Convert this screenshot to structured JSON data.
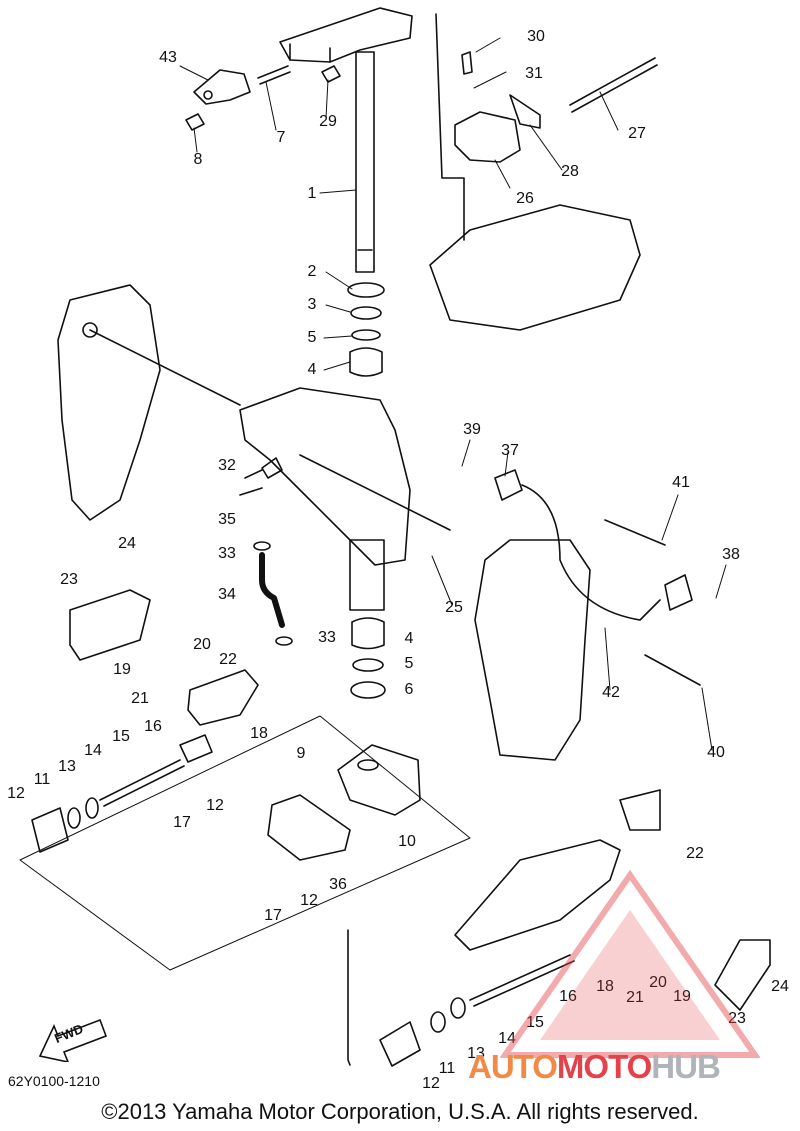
{
  "diagram": {
    "part_labels": [
      {
        "id": "p1",
        "text": "1"
      },
      {
        "id": "p2",
        "text": "2"
      },
      {
        "id": "p3",
        "text": "3"
      },
      {
        "id": "p4a",
        "text": "4"
      },
      {
        "id": "p5a",
        "text": "5"
      },
      {
        "id": "p4b",
        "text": "4"
      },
      {
        "id": "p5b",
        "text": "5"
      },
      {
        "id": "p6",
        "text": "6"
      },
      {
        "id": "p7",
        "text": "7"
      },
      {
        "id": "p8",
        "text": "8"
      },
      {
        "id": "p9",
        "text": "9"
      },
      {
        "id": "p10",
        "text": "10"
      },
      {
        "id": "p11a",
        "text": "11"
      },
      {
        "id": "p11b",
        "text": "11"
      },
      {
        "id": "p12a",
        "text": "12"
      },
      {
        "id": "p12b",
        "text": "12"
      },
      {
        "id": "p12c",
        "text": "12"
      },
      {
        "id": "p12d",
        "text": "12"
      },
      {
        "id": "p13a",
        "text": "13"
      },
      {
        "id": "p13b",
        "text": "13"
      },
      {
        "id": "p14a",
        "text": "14"
      },
      {
        "id": "p14b",
        "text": "14"
      },
      {
        "id": "p15a",
        "text": "15"
      },
      {
        "id": "p15b",
        "text": "15"
      },
      {
        "id": "p16a",
        "text": "16"
      },
      {
        "id": "p16b",
        "text": "16"
      },
      {
        "id": "p17a",
        "text": "17"
      },
      {
        "id": "p17b",
        "text": "17"
      },
      {
        "id": "p18a",
        "text": "18"
      },
      {
        "id": "p18b",
        "text": "18"
      },
      {
        "id": "p19a",
        "text": "19"
      },
      {
        "id": "p19b",
        "text": "19"
      },
      {
        "id": "p20a",
        "text": "20"
      },
      {
        "id": "p20b",
        "text": "20"
      },
      {
        "id": "p21a",
        "text": "21"
      },
      {
        "id": "p21b",
        "text": "21"
      },
      {
        "id": "p22a",
        "text": "22"
      },
      {
        "id": "p22b",
        "text": "22"
      },
      {
        "id": "p23a",
        "text": "23"
      },
      {
        "id": "p23b",
        "text": "23"
      },
      {
        "id": "p24a",
        "text": "24"
      },
      {
        "id": "p24b",
        "text": "24"
      },
      {
        "id": "p25",
        "text": "25"
      },
      {
        "id": "p26",
        "text": "26"
      },
      {
        "id": "p27",
        "text": "27"
      },
      {
        "id": "p28",
        "text": "28"
      },
      {
        "id": "p29",
        "text": "29"
      },
      {
        "id": "p30",
        "text": "30"
      },
      {
        "id": "p31",
        "text": "31"
      },
      {
        "id": "p32",
        "text": "32"
      },
      {
        "id": "p33a",
        "text": "33"
      },
      {
        "id": "p33b",
        "text": "33"
      },
      {
        "id": "p34",
        "text": "34"
      },
      {
        "id": "p35",
        "text": "35"
      },
      {
        "id": "p36",
        "text": "36"
      },
      {
        "id": "p37",
        "text": "37"
      },
      {
        "id": "p38",
        "text": "38"
      },
      {
        "id": "p39",
        "text": "39"
      },
      {
        "id": "p40",
        "text": "40"
      },
      {
        "id": "p41",
        "text": "41"
      },
      {
        "id": "p42",
        "text": "42"
      },
      {
        "id": "p43",
        "text": "43"
      }
    ],
    "forward_arrow_label": "FWD",
    "diagram_code": "62Y0100-1210",
    "copyright": "©2013 Yamaha Motor Corporation, U.S.A. All rights reserved.",
    "watermark": {
      "part1": "AUTO",
      "part2": "MOTO",
      "part3": "HUB"
    },
    "colors": {
      "line": "#111111",
      "watermark_orange": "#f08a46",
      "watermark_red": "#e3424a",
      "watermark_gray": "#b0b3b7"
    }
  }
}
